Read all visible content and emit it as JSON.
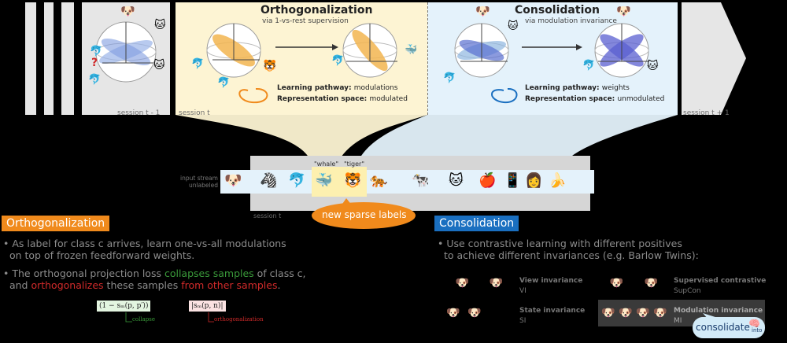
{
  "top": {
    "sessions": {
      "prev": "session t - 1",
      "current": "session t",
      "next": "session t + 1"
    },
    "ortho": {
      "title": "Orthogonalization",
      "subtitle": "via 1-vs-rest supervision",
      "pathway_key": "Learning pathway:",
      "pathway_val": "modulations",
      "space_key": "Representation space:",
      "space_val": "modulated"
    },
    "consol": {
      "title": "Consolidation",
      "subtitle": "via modulation invariance",
      "pathway_key": "Learning pathway:",
      "pathway_val": "weights",
      "space_key": "Representation space:",
      "space_val": "unmodulated"
    }
  },
  "stream": {
    "label_line1": "input stream",
    "label_line2": "unlabeled",
    "session_label": "session t",
    "label_whale": "\"whale\"",
    "label_tiger": "\"tiger\"",
    "sparse_labels": "new sparse labels",
    "items": [
      "🐶",
      "🦓",
      "🐬",
      "🐳",
      "🐯",
      "🐅",
      "🐄",
      "🐱",
      "🍎",
      "📱",
      "👩",
      "🍌"
    ]
  },
  "ortho_section": {
    "header": "Orthogonalization",
    "bullets": [
      [
        "• As label for class c arrives, learn one-vs-all modulations",
        "  on top of frozen feedforward weights."
      ],
      [
        "• The orthogonal projection loss ",
        "collapses samples",
        " of class c,"
      ],
      [
        "  and ",
        "orthogonalizes",
        " these samples ",
        "from other samples",
        "."
      ]
    ],
    "formula_collapse": "(1 − sₘ(p, p′))",
    "formula_ortho": "|sₘ(p, n)|",
    "tag_collapse": "collapse",
    "tag_ortho": "orthogonalization"
  },
  "consol_section": {
    "header": "Consolidation",
    "bullets": [
      "• Use contrastive learning with different positives",
      "  to achieve different invariances (e.g. Barlow Twins):"
    ],
    "invariances": [
      {
        "name": "View invariance",
        "code": "VI"
      },
      {
        "name": "State invariance",
        "code": "SI"
      },
      {
        "name": "Supervised contrastive",
        "code": "SupCon"
      },
      {
        "name": "Modulation invariance",
        "code": "MI"
      }
    ],
    "consolidate_label": "consolidate",
    "consolidate_into": "into"
  },
  "colors": {
    "orange": "#f08a1c",
    "blue": "#1a6fc0",
    "yellow_panel": "#fdf4d3",
    "blue_panel": "#e4f2fb",
    "green": "#3a9a3a",
    "red": "#d02a2a"
  },
  "icons": [
    "dog-emoji",
    "zebra-emoji",
    "dolphin-emoji",
    "whale-emoji",
    "tiger-emoji",
    "cow-emoji",
    "cat-emoji",
    "apple-emoji",
    "phone-emoji",
    "person-emoji",
    "banana-emoji",
    "brain-icon",
    "arrow-right-icon"
  ]
}
